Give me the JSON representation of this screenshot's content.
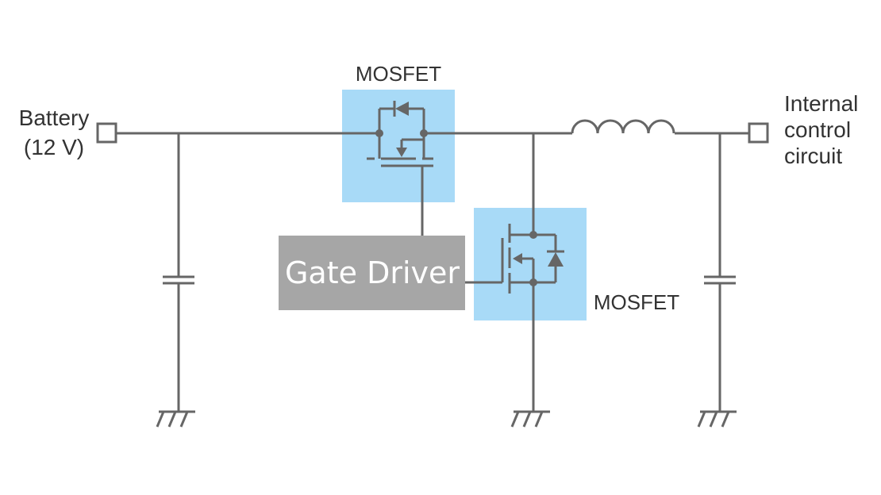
{
  "labels": {
    "battery_line1": "Battery",
    "battery_line2": "(12 V)",
    "output_line1": "Internal",
    "output_line2": "control",
    "output_line3": "circuit",
    "mosfet_top": "MOSFET",
    "mosfet_low": "MOSFET",
    "gate_driver": "Gate Driver"
  },
  "colors": {
    "wire": "#666666",
    "mosfet_highlight": "#a8daf7",
    "gate_driver_box": "#a6a6a6",
    "text": "#333333"
  },
  "icons": {
    "input_terminal": "square-terminal-icon",
    "output_terminal": "square-terminal-icon",
    "inductor": "inductor-coil-icon",
    "capacitor": "capacitor-icon",
    "ground": "ground-icon",
    "diode": "diode-icon"
  }
}
